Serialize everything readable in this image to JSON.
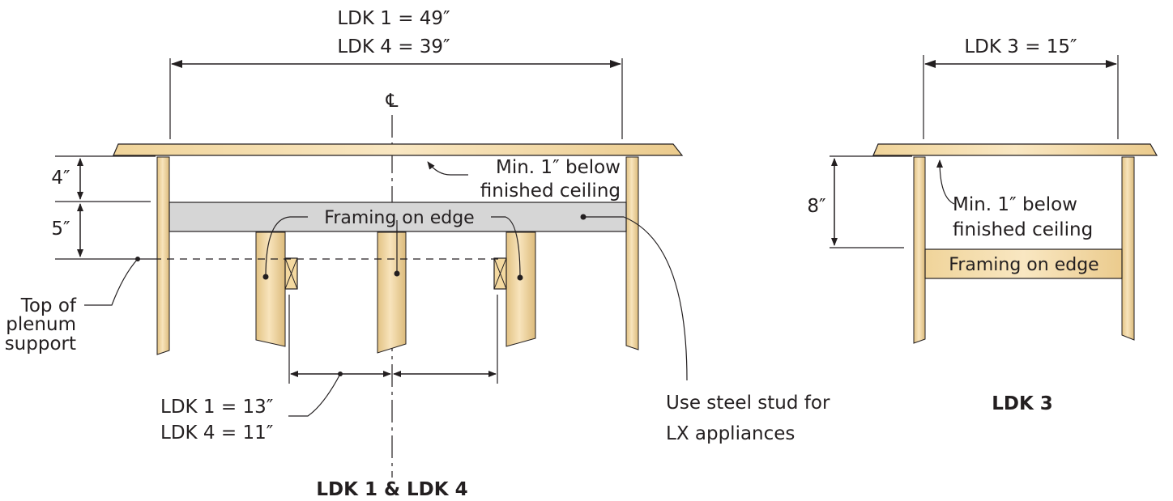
{
  "left_diagram": {
    "title": "LDK 1 & LDK 4",
    "overall_width": {
      "line1": "LDK 1 = 49″",
      "line2": "LDK 4 = 39″"
    },
    "centerline_symbol": "℄",
    "dim_top": "4″",
    "dim_bottom": "5″",
    "ceiling_note": {
      "line1": "Min. 1″ below",
      "line2": "finished ceiling"
    },
    "framing_label": "Framing on edge",
    "plenum_label": {
      "line1": "Top of",
      "line2": "plenum",
      "line3": "support"
    },
    "spacing": {
      "line1": "LDK 1 = 13″",
      "line2": "LDK 4 = 11″"
    },
    "steel_stud_note": {
      "line1": "Use steel stud for",
      "line2": "LX appliances"
    }
  },
  "right_diagram": {
    "title": "LDK 3",
    "overall_width": "LDK 3 = 15″",
    "dim_height": "8″",
    "ceiling_note": {
      "line1": "Min. 1″ below",
      "line2": "finished ceiling"
    },
    "framing_label": "Framing on edge"
  },
  "colors": {
    "wood": "#f4d9a0",
    "wood_dark": "#d9b978",
    "framing_gray": "#d6d6d6",
    "line": "#231f20"
  }
}
